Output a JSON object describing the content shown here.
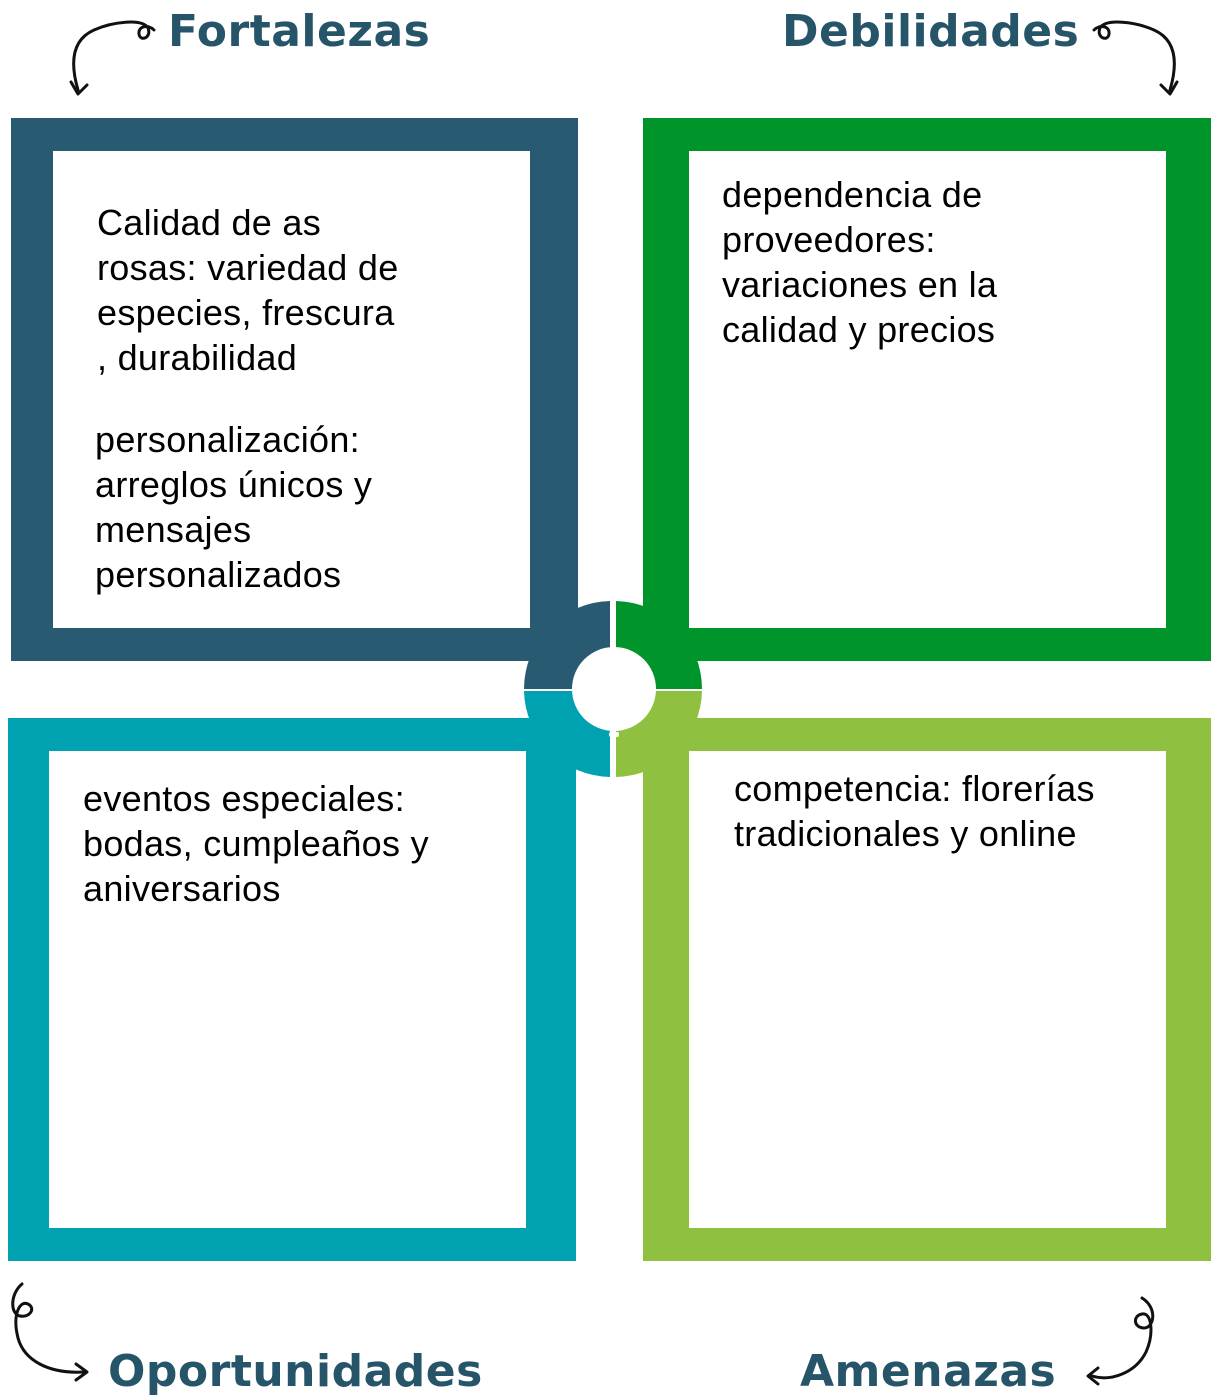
{
  "colors": {
    "fortalezas": "#285b71",
    "debilidades": "#00952b",
    "oportunidades": "#00a1b1",
    "amenazas": "#8fc03f",
    "title": "#265569"
  },
  "quadrants": {
    "fortalezas": {
      "title": "Fortalezas",
      "paragraphs": [
        [
          "Calidad de as",
          "rosas: variedad de",
          "especies, frescura",
          ", durabilidad"
        ],
        [
          "personalización:",
          "arreglos únicos y",
          "mensajes",
          "personalizados"
        ]
      ]
    },
    "debilidades": {
      "title": "Debilidades",
      "paragraphs": [
        [
          "dependencia de",
          "proveedores:",
          "variaciones en la",
          "calidad y precios"
        ]
      ]
    },
    "oportunidades": {
      "title": "Oportunidades",
      "paragraphs": [
        [
          "eventos especiales:",
          "bodas, cumpleaños y",
          "aniversarios"
        ]
      ]
    },
    "amenazas": {
      "title": "Amenazas",
      "paragraphs": [
        [
          "competencia: florerías",
          "tradicionales y online"
        ]
      ]
    }
  },
  "icons": {
    "center": "lightbulb-icon",
    "arrows": "curly-arrow-icon"
  }
}
